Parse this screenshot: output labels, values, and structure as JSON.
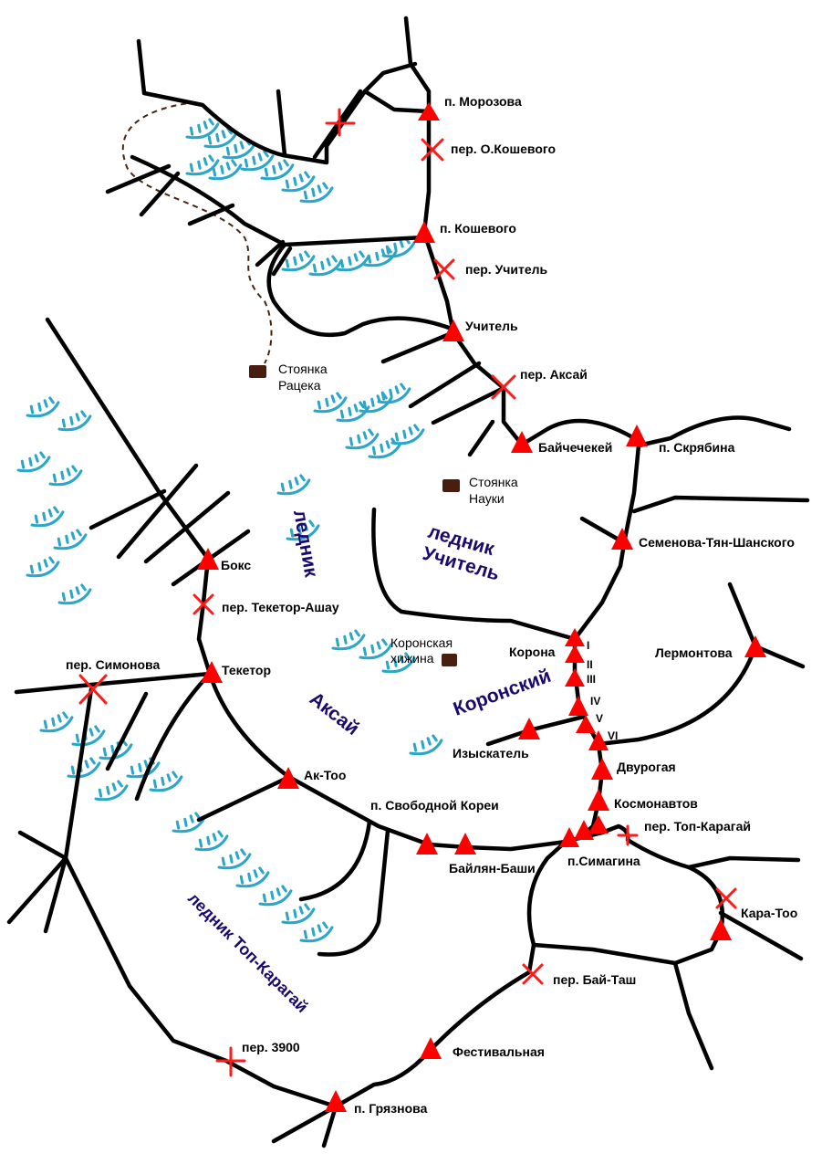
{
  "map": {
    "colors": {
      "ridge": "#000000",
      "peak": "#ff0000",
      "pass": "#ff1a1a",
      "glacier_ice": "#2aa6c8",
      "glacier_label": "#1a0a6e",
      "camp": "#4a1e0e",
      "trail": "#4a2412"
    },
    "peaks": {
      "morozova": "п. Морозова",
      "koshevogo": "п. Кошевого",
      "uchitel": "Учитель",
      "baichechekei": "Байчечекей",
      "skryabina": "п. Скрябина",
      "semenova": "Семенова-Тян-Шанского",
      "boks": "Бокс",
      "teketor": "Текетор",
      "korona": "Корона",
      "lermontova": "Лермонтова",
      "izyskatel": "Изыскатель",
      "dvurogaya": "Двурогая",
      "kosmonavtov": "Космонавтов",
      "ak_too": "Ак-Too",
      "svobodnoi_korei": "п. Свободной Кореи",
      "bailyan_bashi": "Байлян-Баши",
      "simagina": "п.Симагина",
      "kara_too": "Кара-Тоо",
      "festivalnaya": "Фестивальная",
      "gryaznova": "п. Грязнова"
    },
    "korona_towers": [
      "I",
      "II",
      "III",
      "IV",
      "V",
      "VI"
    ],
    "passes": {
      "o_koshevogo": "пер. О.Кошевого",
      "uchitel": "пер. Учитель",
      "aksai": "пер. Аксай",
      "teketor_ashau": "пер. Текетор-Ашау",
      "simonova": "пер. Симонова",
      "top_karagai": "пер. Топ-Карагай",
      "bai_tash": "пер. Бай-Таш",
      "p3900": "пер. 3900"
    },
    "camps": {
      "ratseka": [
        "Стоянка",
        "Рацека"
      ],
      "nauki": [
        "Стоянка",
        "Науки"
      ],
      "koronskaya": [
        "Коронская",
        "хижина"
      ]
    },
    "glaciers": {
      "lednik_vertical": "ледник",
      "uchitel": [
        "ледник",
        "Учитель"
      ],
      "koronsky": "Коронский",
      "aksai": "Аксай",
      "top_karagai": "ледник Топ-Карагай"
    }
  }
}
